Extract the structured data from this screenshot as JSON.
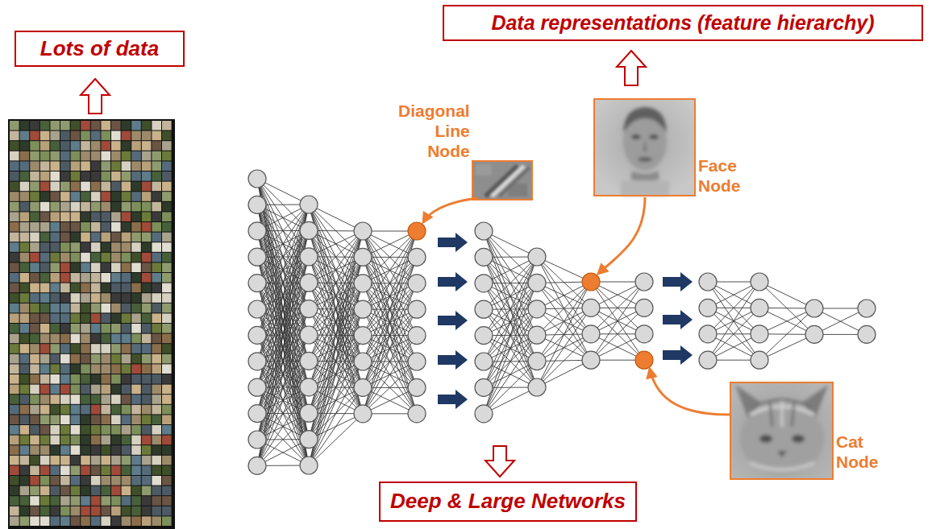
{
  "diagram": {
    "nodes": [
      {
        "text": [
          "Lots of data"
        ]
      },
      {
        "text": [
          "Data representations (feature hierarchy)"
        ]
      },
      {
        "text": [
          "Deep & Large Networks"
        ]
      }
    ],
    "labels": [
      "Diagonal Line Node",
      "Face Node",
      "Cat Node"
    ]
  }
}
